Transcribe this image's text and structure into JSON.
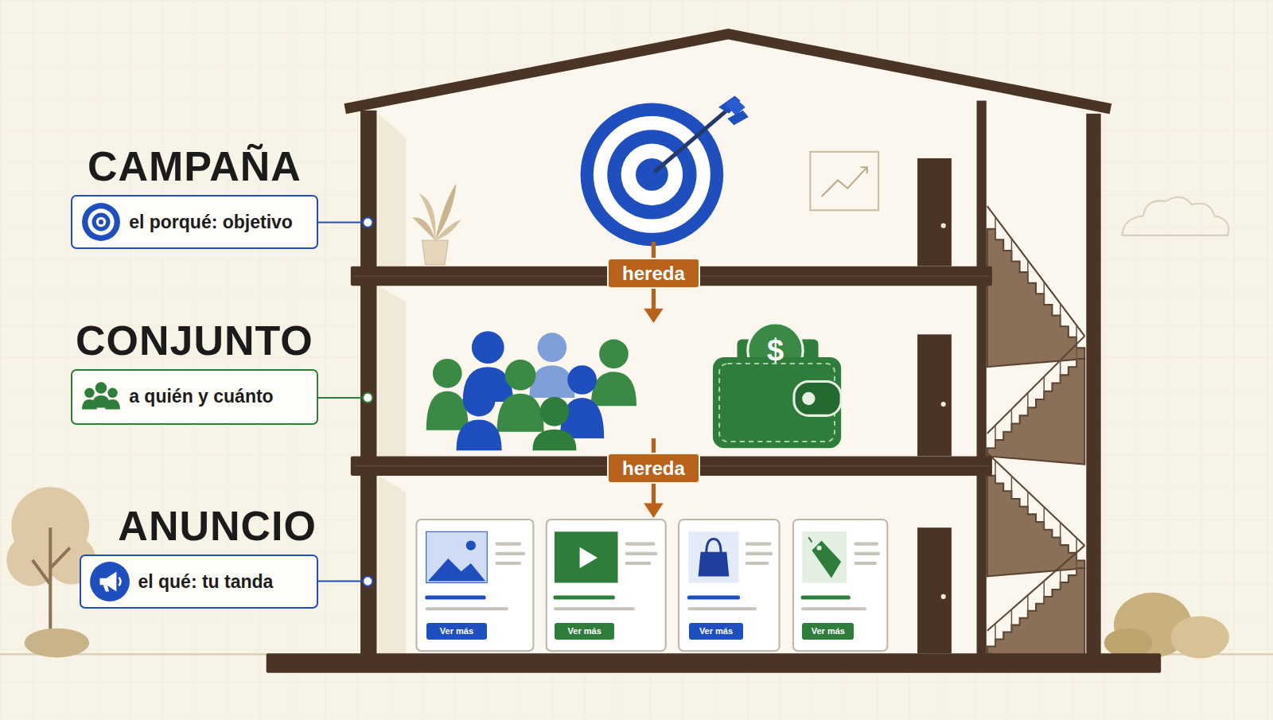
{
  "diagram": {
    "nodes": [
      {
        "text": [
          "CAMPAÑA",
          "el porqué: objetivo"
        ]
      },
      {
        "text": [
          "hereda"
        ]
      },
      {
        "text": [
          "CONJUNTO",
          "a quién y cuánto"
        ]
      },
      {
        "text": [
          "hereda"
        ]
      },
      {
        "text": [
          "ANUNCIO",
          "el qué: tu tanda"
        ]
      },
      {
        "text": [
          "Ver más"
        ]
      },
      {
        "text": [
          "Ver más"
        ]
      },
      {
        "text": [
          "Ver más"
        ]
      },
      {
        "text": [
          "Ver más"
        ]
      }
    ],
    "labels": [
      "$"
    ]
  }
}
